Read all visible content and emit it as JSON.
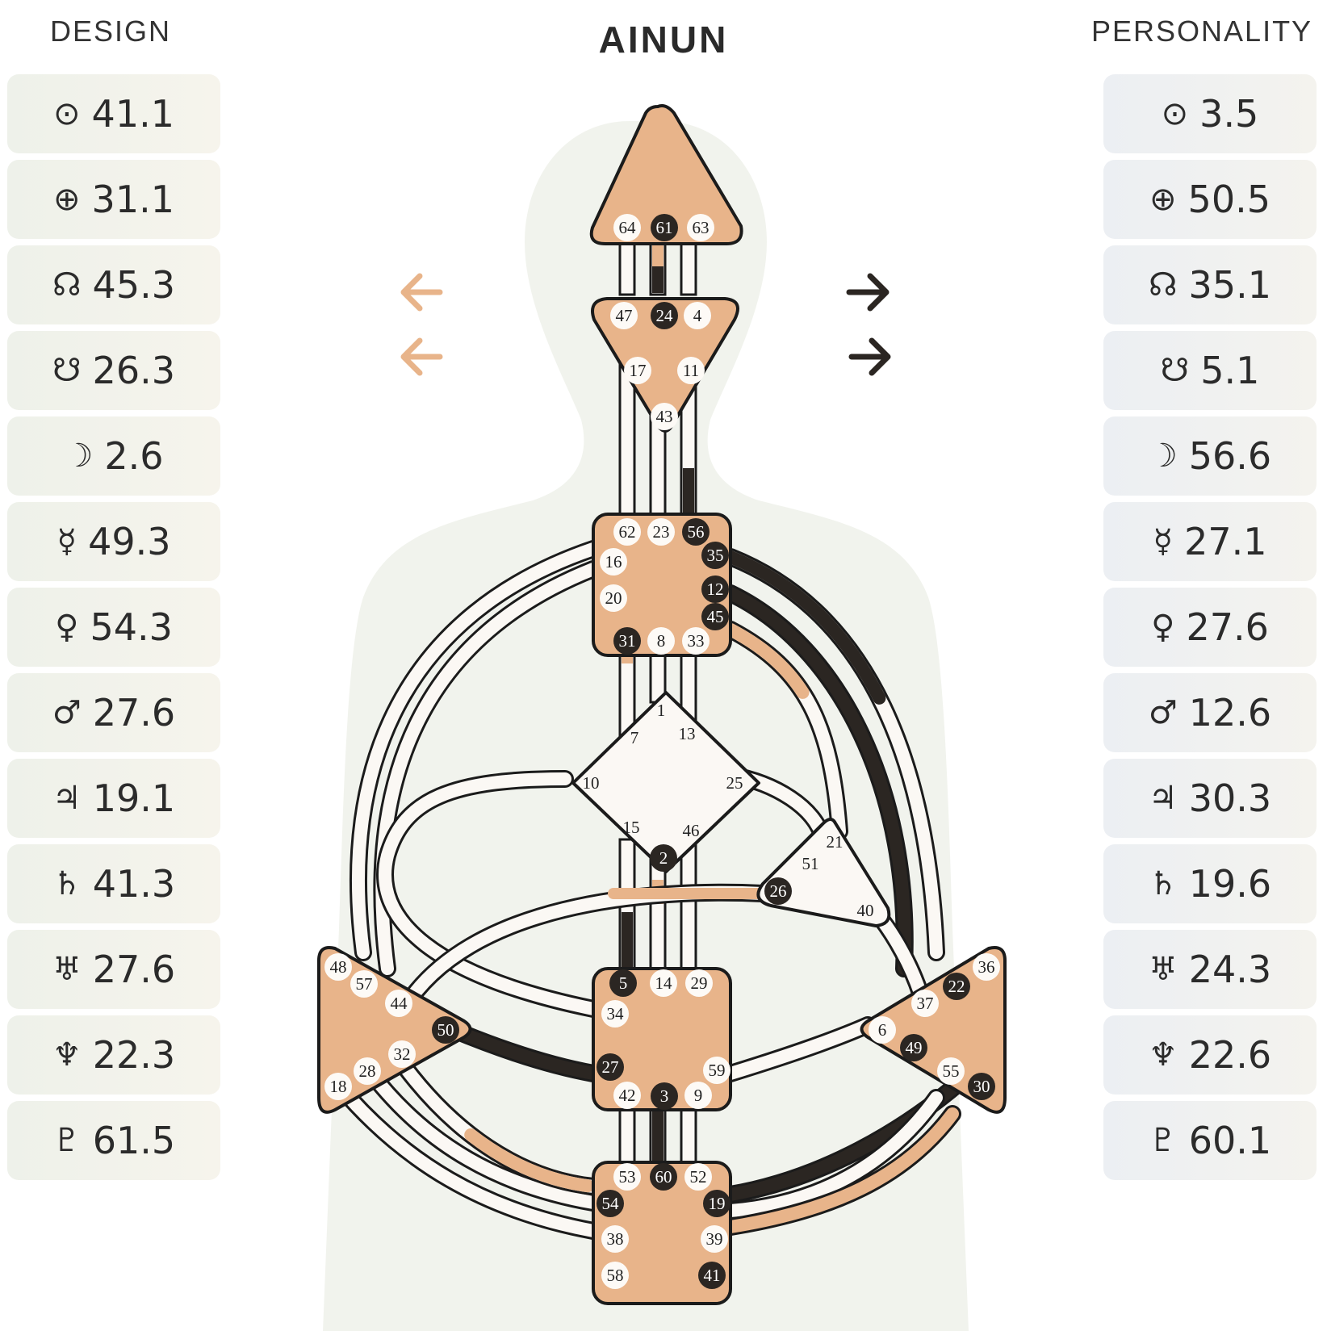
{
  "header": {
    "name": "AINUN",
    "design_label": "DESIGN",
    "personality_label": "PERSONALITY"
  },
  "colors": {
    "design": "#e8b48a",
    "personality": "#2b2622",
    "center_fill": "#e8b48a",
    "open_center": "#fbf8f4",
    "silhouette": "#eef1ea"
  },
  "design": [
    {
      "planet": "sun-icon",
      "symbol": "⊙",
      "value": "41.1"
    },
    {
      "planet": "earth-icon",
      "symbol": "⊕",
      "value": "31.1"
    },
    {
      "planet": "north-node-icon",
      "symbol": "☊",
      "value": "45.3"
    },
    {
      "planet": "south-node-icon",
      "symbol": "☋",
      "value": "26.3"
    },
    {
      "planet": "moon-icon",
      "symbol": "☽",
      "value": "2.6"
    },
    {
      "planet": "mercury-icon",
      "symbol": "☿",
      "value": "49.3"
    },
    {
      "planet": "venus-icon",
      "symbol": "♀",
      "value": "54.3"
    },
    {
      "planet": "mars-icon",
      "symbol": "♂",
      "value": "27.6"
    },
    {
      "planet": "jupiter-icon",
      "symbol": "♃",
      "value": "19.1"
    },
    {
      "planet": "saturn-icon",
      "symbol": "♄",
      "value": "41.3"
    },
    {
      "planet": "uranus-icon",
      "symbol": "♅",
      "value": "27.6"
    },
    {
      "planet": "neptune-icon",
      "symbol": "♆",
      "value": "22.3"
    },
    {
      "planet": "pluto-icon",
      "symbol": "♇",
      "value": "61.5"
    }
  ],
  "personality": [
    {
      "planet": "sun-icon",
      "symbol": "⊙",
      "value": "3.5"
    },
    {
      "planet": "earth-icon",
      "symbol": "⊕",
      "value": "50.5"
    },
    {
      "planet": "north-node-icon",
      "symbol": "☊",
      "value": "35.1"
    },
    {
      "planet": "south-node-icon",
      "symbol": "☋",
      "value": "5.1"
    },
    {
      "planet": "moon-icon",
      "symbol": "☽",
      "value": "56.6"
    },
    {
      "planet": "mercury-icon",
      "symbol": "☿",
      "value": "27.1"
    },
    {
      "planet": "venus-icon",
      "symbol": "♀",
      "value": "27.6"
    },
    {
      "planet": "mars-icon",
      "symbol": "♂",
      "value": "12.6"
    },
    {
      "planet": "jupiter-icon",
      "symbol": "♃",
      "value": "30.3"
    },
    {
      "planet": "saturn-icon",
      "symbol": "♄",
      "value": "19.6"
    },
    {
      "planet": "uranus-icon",
      "symbol": "♅",
      "value": "24.3"
    },
    {
      "planet": "neptune-icon",
      "symbol": "♆",
      "value": "22.6"
    },
    {
      "planet": "pluto-icon",
      "symbol": "♇",
      "value": "60.1"
    }
  ],
  "variables": {
    "design_arrows": [
      "left",
      "left"
    ],
    "personality_arrows": [
      "right",
      "right"
    ]
  },
  "centers": [
    {
      "id": "head",
      "defined": true,
      "gates": [
        {
          "n": "64",
          "a": false
        },
        {
          "n": "61",
          "a": true
        },
        {
          "n": "63",
          "a": false
        }
      ]
    },
    {
      "id": "ajna",
      "defined": true,
      "gates": [
        {
          "n": "47",
          "a": false
        },
        {
          "n": "24",
          "a": true
        },
        {
          "n": "4",
          "a": false
        },
        {
          "n": "17",
          "a": false
        },
        {
          "n": "11",
          "a": false
        },
        {
          "n": "43",
          "a": false
        }
      ]
    },
    {
      "id": "throat",
      "defined": true,
      "gates": [
        {
          "n": "62",
          "a": false
        },
        {
          "n": "23",
          "a": false
        },
        {
          "n": "56",
          "a": true
        },
        {
          "n": "16",
          "a": false
        },
        {
          "n": "35",
          "a": true
        },
        {
          "n": "20",
          "a": false
        },
        {
          "n": "12",
          "a": true
        },
        {
          "n": "45",
          "a": true
        },
        {
          "n": "31",
          "a": true
        },
        {
          "n": "8",
          "a": false
        },
        {
          "n": "33",
          "a": false
        }
      ]
    },
    {
      "id": "g",
      "defined": false,
      "gates": [
        {
          "n": "1",
          "a": false
        },
        {
          "n": "7",
          "a": false
        },
        {
          "n": "13",
          "a": false
        },
        {
          "n": "10",
          "a": false
        },
        {
          "n": "25",
          "a": false
        },
        {
          "n": "15",
          "a": false
        },
        {
          "n": "46",
          "a": false
        },
        {
          "n": "2",
          "a": true
        }
      ]
    },
    {
      "id": "ego",
      "defined": false,
      "gates": [
        {
          "n": "21",
          "a": false
        },
        {
          "n": "51",
          "a": false
        },
        {
          "n": "26",
          "a": true
        },
        {
          "n": "40",
          "a": false
        }
      ]
    },
    {
      "id": "spleen",
      "defined": true,
      "gates": [
        {
          "n": "48",
          "a": false
        },
        {
          "n": "57",
          "a": false
        },
        {
          "n": "44",
          "a": false
        },
        {
          "n": "50",
          "a": true
        },
        {
          "n": "32",
          "a": false
        },
        {
          "n": "28",
          "a": false
        },
        {
          "n": "18",
          "a": false
        }
      ]
    },
    {
      "id": "sacral",
      "defined": true,
      "gates": [
        {
          "n": "5",
          "a": true
        },
        {
          "n": "14",
          "a": false
        },
        {
          "n": "29",
          "a": false
        },
        {
          "n": "34",
          "a": false
        },
        {
          "n": "27",
          "a": true
        },
        {
          "n": "59",
          "a": false
        },
        {
          "n": "42",
          "a": false
        },
        {
          "n": "3",
          "a": true
        },
        {
          "n": "9",
          "a": false
        }
      ]
    },
    {
      "id": "solar-plexus",
      "defined": true,
      "gates": [
        {
          "n": "36",
          "a": false
        },
        {
          "n": "22",
          "a": true
        },
        {
          "n": "37",
          "a": false
        },
        {
          "n": "6",
          "a": false
        },
        {
          "n": "49",
          "a": true
        },
        {
          "n": "55",
          "a": false
        },
        {
          "n": "30",
          "a": true
        }
      ]
    },
    {
      "id": "root",
      "defined": true,
      "gates": [
        {
          "n": "53",
          "a": false
        },
        {
          "n": "60",
          "a": true
        },
        {
          "n": "52",
          "a": false
        },
        {
          "n": "54",
          "a": true
        },
        {
          "n": "19",
          "a": true
        },
        {
          "n": "38",
          "a": false
        },
        {
          "n": "39",
          "a": false
        },
        {
          "n": "58",
          "a": false
        },
        {
          "n": "41",
          "a": true
        }
      ]
    }
  ]
}
